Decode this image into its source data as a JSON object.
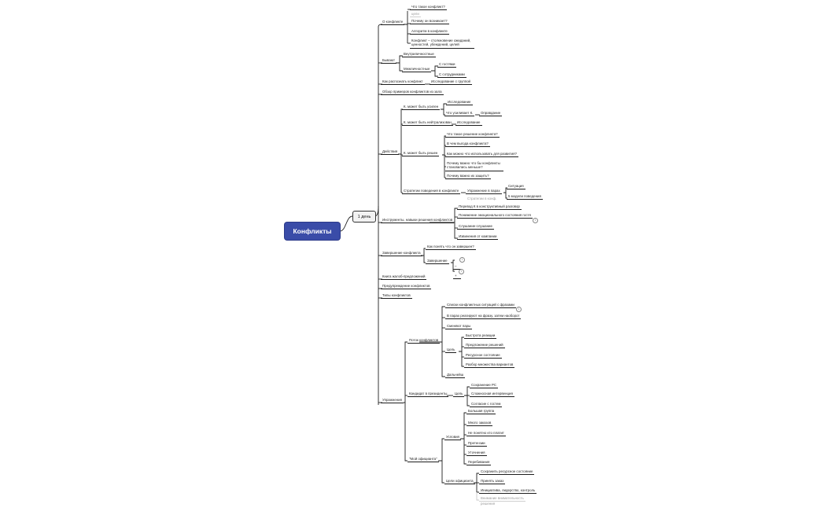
{
  "root": {
    "title": "Конфликты",
    "color": "#3a4ca8"
  },
  "day": {
    "label": "1 день"
  },
  "nodes": {
    "n_about": "О конфликте",
    "n_what": "Что такое конфликт?",
    "n_note": "цели",
    "n_why": "Почему он возникает?",
    "n_algo": "Алгоритм в конфликте",
    "n_def": "Конфликт – столкновение ожиданий, ценностей, убеждений, целей",
    "n_types": "Бывают",
    "n_inner": "Внутриличностные",
    "n_inter": "Межличностные",
    "n_guests": "С гостями",
    "n_staff": "С сотрудниками",
    "n_recog": "Как распознать конфликт",
    "n_research": "Исследование с группой",
    "n_review": "Обзор примеров конфликтов из зала",
    "n_actions": "Действия",
    "n_amplify": "К. может быть усилен",
    "n_explore": "Исследование",
    "n_what_amp": "Что усиливает К.",
    "n_justify": "Оправдание",
    "n_neutral": "К. может быть нейтрализован",
    "n_explore2": "Исследование",
    "n_solved": "К. может быть решен",
    "n_whatsol": "Что такое решение конфликта?",
    "n_benefit": "В чем выгода конфликта?",
    "n_growth": "Как можно что использовать для развития?",
    "n_fewer": "Почему важно что бы конфликты становились меньше?",
    "n_protect": "Почему важно их защить?",
    "n_strat": "Стратегии поведения в конфликте",
    "n_pairs": "Упражнение в парах",
    "n_situation": "Ситуация",
    "n_models": "5 модели поведения",
    "n_strat_note": "Стратегии в конф.",
    "n_tools": "Инструменты, навыки решения конфликтов",
    "n_transfer": "Перевод К в конструктивный разговор",
    "n_emotion": "Понижение эмоционального состояния гостя",
    "n_listen": "Слушание-слушание",
    "n_sorry": "Извинения от компании",
    "n_finish": "Завершение конфликта",
    "n_how_end": "Как понять что он завершен?",
    "n_ending": "Завершение",
    "n_plus": "+",
    "n_minus": "–",
    "n_book": "Книга жалоб-предложений",
    "n_prevent": "Предупреждение конфликтов",
    "n_kinds": "Типы конфликтов",
    "n_exercises": "Упражнения",
    "n_flow": "Поток конфликтов",
    "n_lists": "Списки конфликтных ситуаций с фразами",
    "n_pairs_react": "В парах реагируют на фразу, затем наоборот",
    "n_swap": "Сменяют пары",
    "n_goal": "Цель",
    "n_fast": "Быстрота реакции",
    "n_offer": "Предложение решений",
    "n_resource": "Ресурсное состояние",
    "n_many": "Разбор множества вариантов",
    "n_further": "Дальнейш",
    "n_cand": "Кандидат в президенты",
    "n_goal2": "Цель",
    "n_save": "Сохранение РС",
    "n_complex": "Сложносная интервенция",
    "n_agree": "Согласие с гостем",
    "n_dream": "\"Мой официанта\"",
    "n_cond": "Условия",
    "n_big": "Большая группа",
    "n_orders": "Много заказов",
    "n_unclear": "Не понятно кто платит",
    "n_claims": "Претензии",
    "n_clar": "Уточнения",
    "n_interrupt": "Перебивания",
    "n_waiter_goal": "Цели официанта",
    "n_keep": "Сохранить ресурсное состояние",
    "n_accept": "Принять заказ",
    "n_init": "Инициатива, лидерство, контроль",
    "n_gray1": "Внимание внимательность",
    "n_gray2": "решения"
  },
  "badges": {
    "b1": "1",
    "b2": "1",
    "b3": "1",
    "b4": "1"
  }
}
